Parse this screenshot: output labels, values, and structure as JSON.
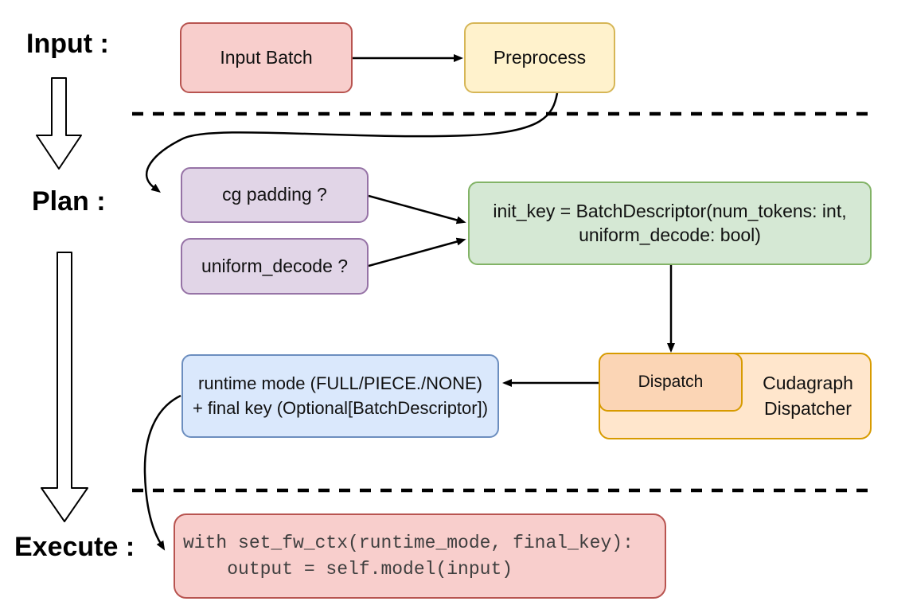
{
  "diagram": {
    "title_semantics": "cudagraph dispatch flow",
    "stage_labels": {
      "input": "Input :",
      "plan": "Plan :",
      "execute": "Execute :"
    },
    "nodes": {
      "input_batch": {
        "label": "Input Batch",
        "fill": "#f8cecc",
        "stroke": "#b85450"
      },
      "preprocess": {
        "label": "Preprocess",
        "fill": "#fff2cc",
        "stroke": "#d6b656"
      },
      "cg_padding": {
        "label": "cg padding ?",
        "fill": "#e1d5e7",
        "stroke": "#9673a6"
      },
      "uniform_decode": {
        "label": "uniform_decode ?",
        "fill": "#e1d5e7",
        "stroke": "#9673a6"
      },
      "init_key": {
        "line1": "init_key = BatchDescriptor(num_tokens: int,",
        "line2": "uniform_decode: bool)",
        "fill": "#d5e8d4",
        "stroke": "#82b366"
      },
      "dispatch": {
        "label": "Dispatch",
        "fill": "#fbd5b5",
        "stroke": "#d79b00"
      },
      "cudagraph_dispatcher": {
        "line1": "Cudagraph",
        "line2": "Dispatcher",
        "fill": "#ffe6cc",
        "stroke": "#d79b00"
      },
      "runtime_mode": {
        "line1": "runtime mode (FULL/PIECE./NONE)",
        "line2": "+ final key (Optional[BatchDescriptor])",
        "fill": "#dae8fc",
        "stroke": "#6c8ebf"
      },
      "execute_code": {
        "line1": "with set_fw_ctx(runtime_mode, final_key):",
        "line2": "    output = self.model(input)",
        "fill": "#f8cecc",
        "stroke": "#b85450"
      }
    },
    "connector_color": "#000000"
  }
}
